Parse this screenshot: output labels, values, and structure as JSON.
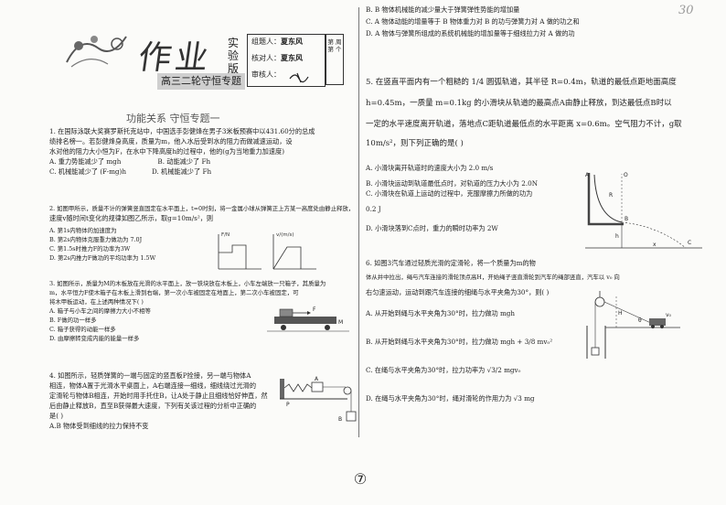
{
  "header": {
    "title_main": "作业",
    "edition": "实验版",
    "compiler_label": "组题人：",
    "compiler_name": "夏东风",
    "proof_label": "核对人：",
    "proof_name": "夏东风",
    "reviewer_label": "审核人：",
    "week_label": "第 周第 个",
    "subtitle": "高三二轮守恒专题",
    "lesson_title": "功能关系  守恒专题一",
    "corner_number": "30"
  },
  "q1": {
    "text": [
      "1. 在国际泳联大奖赛罗斯托克站中，中国选手彭健烽在男子3米板预赛中以431.60分的总成",
      "绩排名榜一。若彭健烽身高度，质量为m，他入水后受到水的阻力而做减速运动，设",
      "水对他的阻力大小恒为F，在水中下降高度h的过程中，他的(g为当地重力加速度)"
    ],
    "options": [
      "A. 重力势能减少了 mgh",
      "B. 动能减少了 Fh",
      "C. 机械能减少了 (F-mg)h",
      "D. 机械能减少了 Fh"
    ]
  },
  "q2": {
    "text": [
      "2. 如图甲所示，质量不计的弹簧竖直固定在水平面上，t=0时刻，将一金属小球从弹簧正上方某一高度处由静止释放，",
      "速度v随时间t变化的规律如图乙所示，取g=10m/s²，则"
    ],
    "options": [
      "A. 第1s内物体的加速度为",
      "B. 第2s内物体克服重力做功为 7.0J",
      "C. 第1.5s时推力F的功率为3W",
      "D. 第2s内推力F做功的平均功率为 1.5W"
    ]
  },
  "q3": {
    "text": [
      "3. 如图所示，质量为M的木板放在光滑的水平面上，放一铁块放在木板上，小车左端放一只箱子，其质量为",
      "m，水平恒力F使木箱子在木板上滑到右端，第一次小车被固定在地面上，第二次小车被固定，可",
      "将木甲板运动，在上述两种情况下(   )"
    ],
    "options": [
      "A. 箱子与小车之间的摩擦力大小不相等",
      "B. F做的功一样多",
      "C. 箱子获得的动能一样多",
      "D. 由摩擦转变成内能的能量一样多"
    ]
  },
  "q4": {
    "text": [
      "4. 如图所示，轻质弹簧的一端与固定的竖直板P拴接，另一端与物体A",
      "相连，物体A置于光滑水平桌面上，A右端连接一细线，细线绕过光滑的",
      "定滑轮与物体B相连，开始时用手托住B，让A处于静止且细线恰好伸直，然",
      "后由静止释放B，直至B获得最大速度，下列有关该过程的分析中正确的",
      "是(   )"
    ],
    "options": [
      "A.B 物体受到细线的拉力保持不变"
    ]
  },
  "q4_cont": {
    "options": [
      "B. B 物体机械能的减少量大于弹簧弹性势能的增加量",
      "C. A 物体动能的增量等于 B 物体重力对 B 的功与弹簧力对 A 做的功之和",
      "D. A 物体与弹簧所组成的系统机械能的增加量等于细线拉力对 A 做的功"
    ]
  },
  "q5": {
    "text": [
      "5. 在竖直平面内有一个粗糙的 1/4 圆弧轨道，其半径 R=0.4m，轨道的最低点距地面高度",
      "h=0.45m，一质量 m=0.1kg 的小滑块从轨道的最高点A由静止释放，到达最低点B时以",
      "一定的水平速度离开轨道，落地点C距轨道最低点的水平距离 x=0.6m。空气阻力不计，g取",
      "10m/s²，则下列正确的是(   )"
    ],
    "options": [
      "A. 小滑块离开轨道时的速度大小为 2.0 m/s",
      "B. 小滑块运动到轨道最低点时，对轨道的压力大小为 2.0N",
      "C. 小滑块在轨道上运动的过程中，克服摩擦力所做的功为",
      "0.2 J",
      "D. 小滑块落到C点时，重力的瞬时功率为 2W"
    ]
  },
  "q6": {
    "text": [
      "6. 如图3汽车通过轻质光滑的定滑轮，将一个质量为m的物",
      "体从井中拉出，绳与汽车连接的滑轮顶点高H，开始绳子竖直滑轮到汽车的绳部竖直，汽车以 v₀ 向",
      "右匀速运动，运动到跟汽车连接的细绳与水平夹角为30°，则(   )"
    ],
    "options": [
      "A. 从开始到绳与水平夹角为30°时，拉力做功 mgh",
      "B. 从开始到绳与水平夹角为30°时，拉力做功 mgh + 3/8 mv₀²",
      "C. 在绳与水平夹角为30°时，拉力功率为 √3/2 mgv₀",
      "D. 在绳与水平夹角为30°时，绳对滑轮的作用力为 √3 mg"
    ]
  },
  "page_number": "⑦",
  "figure_labels": {
    "q2_graph_a": "F/N",
    "q2_graph_b": "v/(m/s)",
    "q3_force": "F",
    "q3_cart": "M",
    "q4_A": "A",
    "q4_B": "B",
    "q4_P": "P",
    "q5_A": "A",
    "q5_O": "O",
    "q5_R": "R",
    "q5_B": "B",
    "q5_h": "h",
    "q5_x": "x",
    "q5_C": "C",
    "q6_H": "H",
    "q6_v0": "v₀",
    "q6_theta": "θ"
  }
}
